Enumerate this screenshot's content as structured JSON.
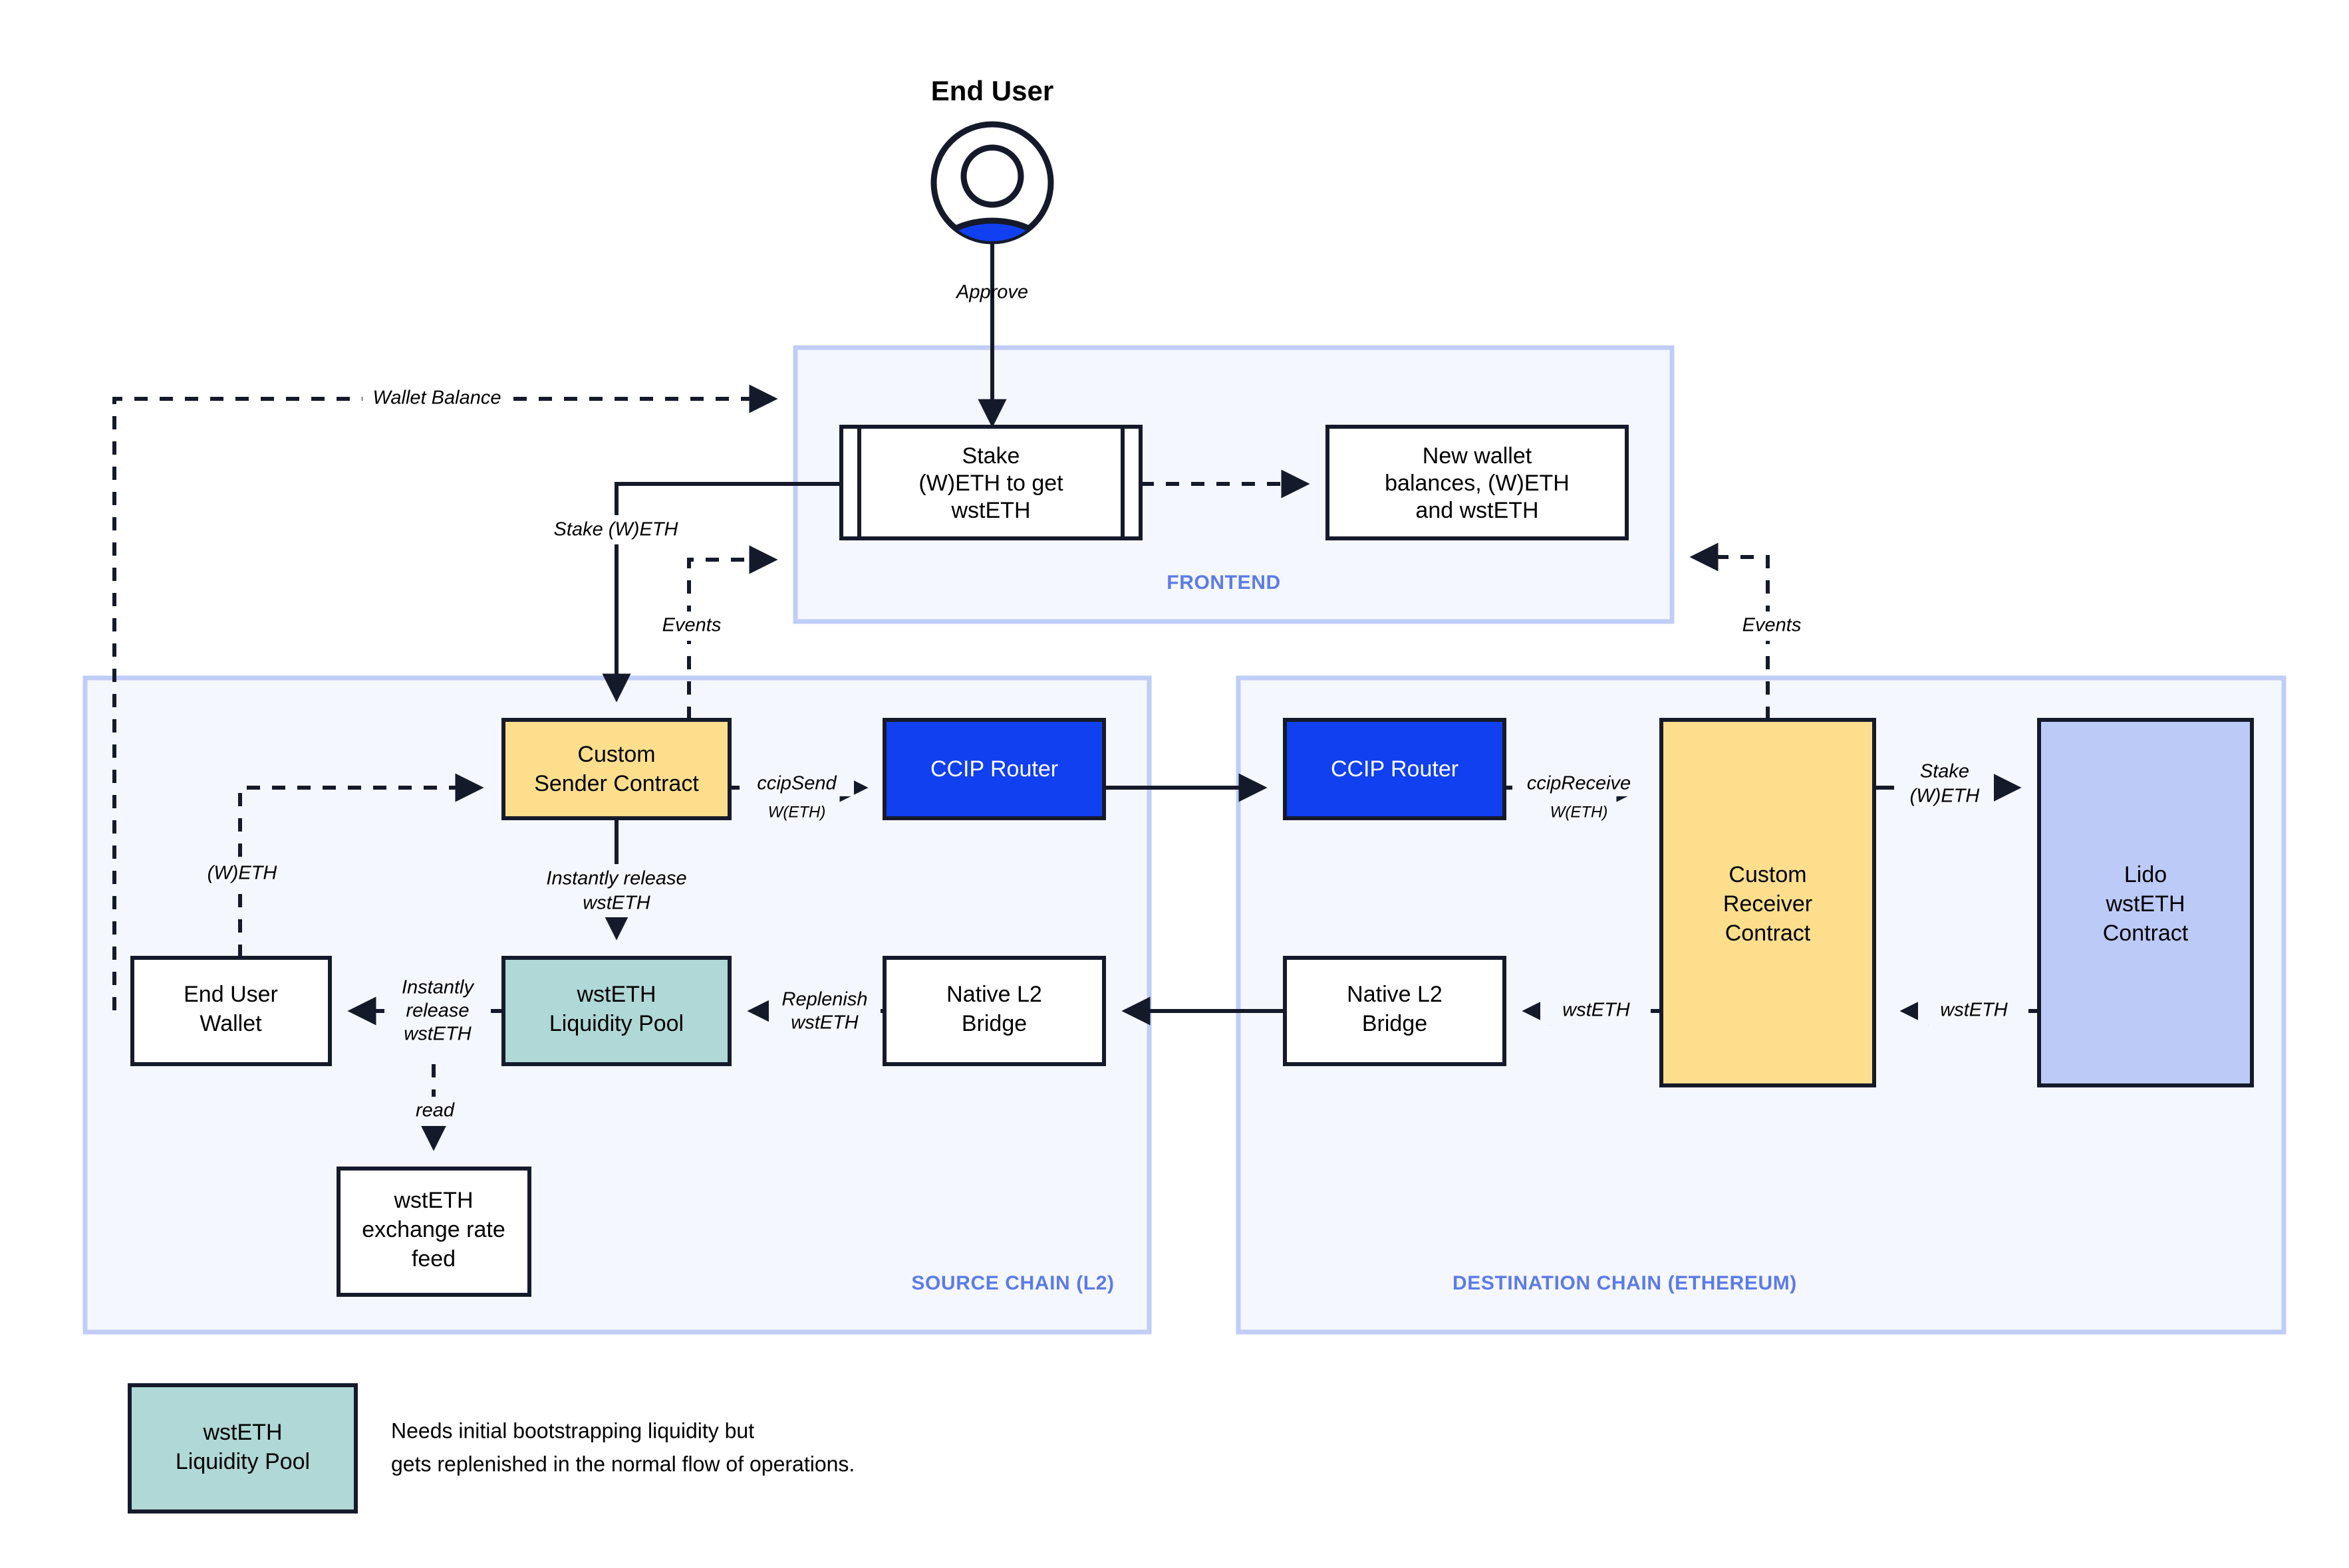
{
  "diagram": {
    "title_actor": "End User",
    "panels": [
      {
        "id": "frontend",
        "label": "FRONTEND"
      },
      {
        "id": "source_chain",
        "label": "SOURCE CHAIN (L2)"
      },
      {
        "id": "destination_chain",
        "label": "DESTINATION CHAIN (ETHEREUM)"
      }
    ],
    "nodes": {
      "end_user": {
        "label": "End User",
        "icon": "user-avatar-icon",
        "color": "#1040F0"
      },
      "stake_form": {
        "line1": "Stake",
        "line2": "(W)ETH to get",
        "line3": "wstETH",
        "style": "process",
        "color": "#FFFFFF"
      },
      "new_balances": {
        "line1": "New wallet",
        "line2": "balances, (W)ETH",
        "line3": "and wstETH",
        "style": "box",
        "color": "#FFFFFF"
      },
      "custom_sender": {
        "line1": "Custom",
        "line2": "Sender Contract",
        "color": "#FCDE8D"
      },
      "ccip_router_src": {
        "line1": "CCIP Router",
        "color": "#1040F0"
      },
      "ccip_router_dst": {
        "line1": "CCIP Router",
        "color": "#1040F0"
      },
      "custom_receiver": {
        "line1": "Custom",
        "line2": "Receiver",
        "line3": "Contract",
        "color": "#FCDE8D"
      },
      "lido_contract": {
        "line1": "Lido",
        "line2": "wstETH",
        "line3": "Contract",
        "color": "#BCCAF8"
      },
      "end_user_wallet": {
        "line1": "End User",
        "line2": "Wallet",
        "color": "#FFFFFF"
      },
      "liquidity_pool": {
        "line1": "wstETH",
        "line2": "Liquidity Pool",
        "color": "#AFD8D6"
      },
      "native_bridge_src": {
        "line1": "Native L2",
        "line2": "Bridge",
        "color": "#FFFFFF"
      },
      "native_bridge_dst": {
        "line1": "Native L2",
        "line2": "Bridge",
        "color": "#FFFFFF"
      },
      "rate_feed": {
        "line1": "wstETH",
        "line2": "exchange rate",
        "line3": "feed",
        "color": "#FFFFFF"
      }
    },
    "edges": [
      {
        "id": "approve",
        "label": "Approve",
        "style": "solid"
      },
      {
        "id": "wallet_balance",
        "label": "Wallet Balance",
        "style": "dashed"
      },
      {
        "id": "stake_weth",
        "label": "Stake (W)ETH",
        "style": "solid"
      },
      {
        "id": "events_left",
        "label": "Events",
        "style": "dashed"
      },
      {
        "id": "events_right",
        "label": "Events",
        "style": "dashed"
      },
      {
        "id": "new_balances_flow",
        "label": "",
        "style": "dashed"
      },
      {
        "id": "weth_in",
        "label": "(W)ETH",
        "style": "dashed"
      },
      {
        "id": "ccip_send",
        "label": "ccipSend",
        "sublabel": "W(ETH)",
        "style": "solid"
      },
      {
        "id": "ccip_cross",
        "label": "",
        "style": "solid"
      },
      {
        "id": "ccip_receive",
        "label": "ccipReceive",
        "sublabel": "W(ETH)",
        "style": "solid"
      },
      {
        "id": "stake_weth_lido",
        "label": "Stake (W)ETH",
        "line1": "Stake",
        "line2": "(W)ETH",
        "style": "solid"
      },
      {
        "id": "instantly_release_pool",
        "line1": "Instantly release",
        "line2": "wstETH",
        "style": "solid"
      },
      {
        "id": "instantly_release_wallet",
        "line1": "Instantly",
        "line2": "release",
        "line3": "wstETH",
        "style": "solid"
      },
      {
        "id": "replenish",
        "line1": "Replenish",
        "line2": "wstETH",
        "style": "solid"
      },
      {
        "id": "bridge_cross",
        "label": "",
        "style": "solid"
      },
      {
        "id": "wsteth_to_bridge",
        "label": "wstETH",
        "style": "solid"
      },
      {
        "id": "wsteth_from_lido",
        "label": "wstETH",
        "style": "solid"
      },
      {
        "id": "read",
        "label": "read",
        "style": "dashed"
      }
    ],
    "legend": {
      "swatch_line1": "wstETH",
      "swatch_line2": "Liquidity Pool",
      "swatch_color": "#AFD8D6",
      "note_line1": "Needs initial bootstrapping liquidity but",
      "note_line2": "gets replenished in the normal flow of operations."
    }
  }
}
